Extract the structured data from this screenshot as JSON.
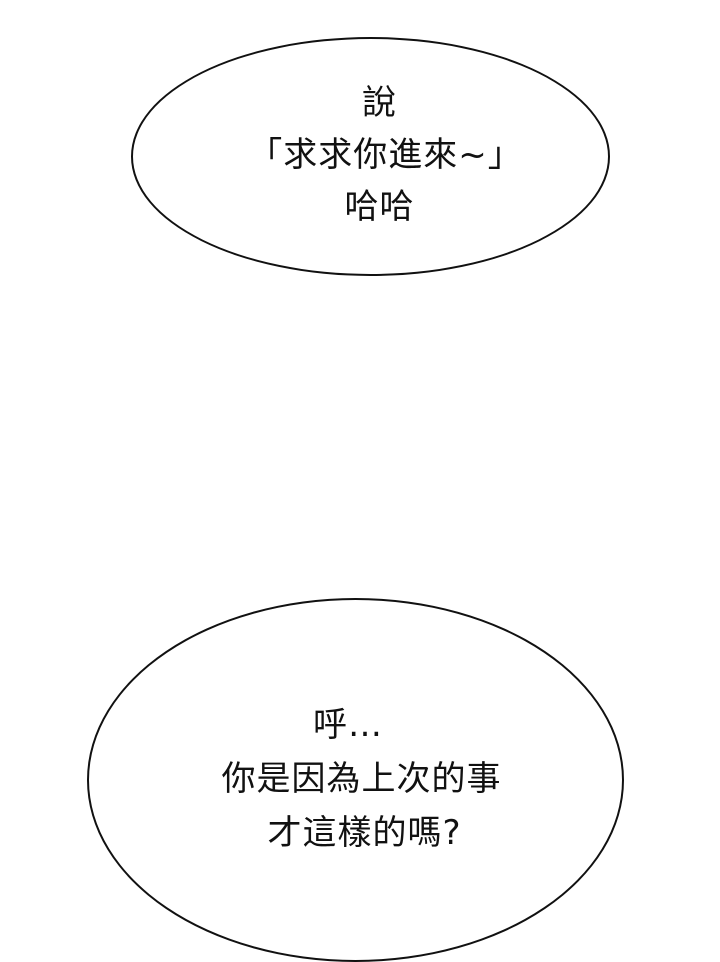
{
  "panel": {
    "background": "#ffffff",
    "bubbles": [
      {
        "shape": "ellipse",
        "lines": [
          "說",
          "「求求你進來~」",
          "哈哈"
        ]
      },
      {
        "shape": "ellipse",
        "lines": [
          "呼…",
          "你是因為上次的事",
          "才這樣的嗎?"
        ]
      }
    ]
  }
}
